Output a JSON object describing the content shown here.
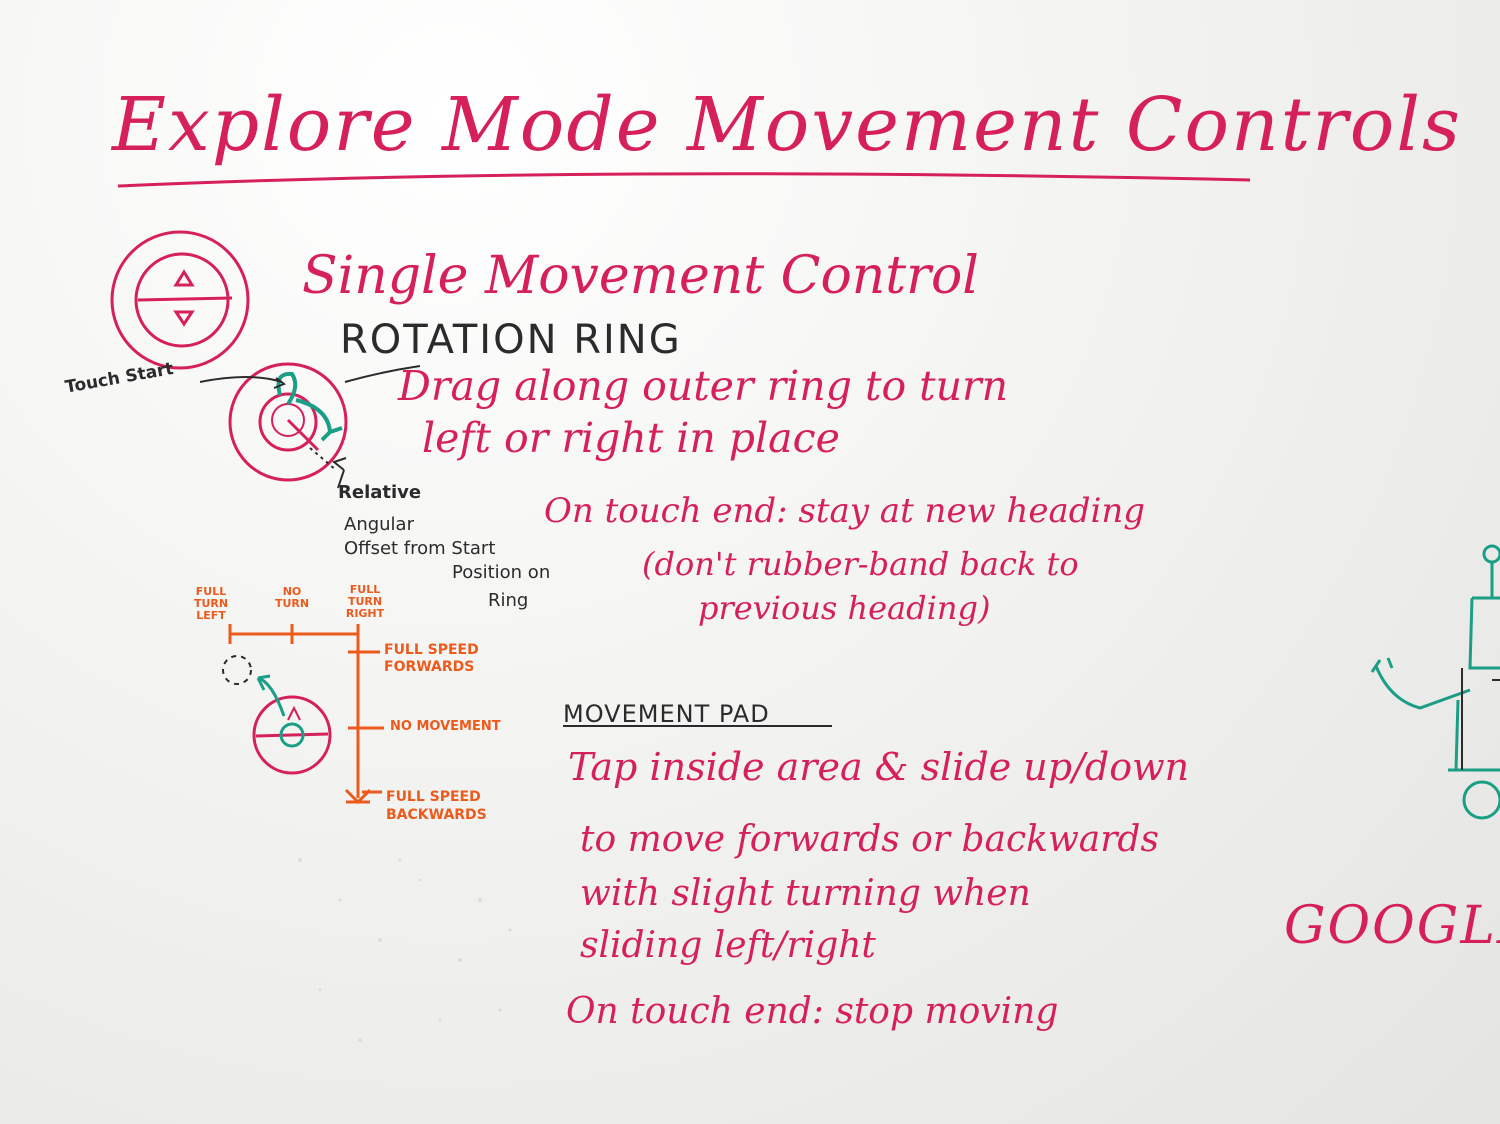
{
  "title": "Explore Mode Movement Controls",
  "subtitle": "Single Movement Control",
  "rotation_ring": {
    "heading": "ROTATION RING",
    "line1": "Drag along outer ring to turn",
    "line2": "left or right in place",
    "touch_end_1": "On touch end: stay at new heading",
    "touch_end_2": "(don't rubber-band back to",
    "touch_end_3": "previous heading)"
  },
  "ring_diagram": {
    "touch_start": "Touch Start",
    "relative_1": "Relative",
    "relative_2": "Angular",
    "relative_3": "Offset from Start",
    "relative_4": "Position on",
    "relative_5": "Ring"
  },
  "axis_diagram": {
    "full_turn_left": "FULL TURN LEFT",
    "no_turn": "NO TURN",
    "full_turn_right": "FULL TURN RIGHT",
    "full_speed_forwards": "FULL SPEED FORWARDS",
    "no_movement": "NO MOVEMENT",
    "full_speed_backwards": "FULL SPEED BACKWARDS"
  },
  "movement_pad": {
    "heading": "MOVEMENT PAD",
    "line1": "Tap inside area & slide up/down",
    "line2": "to move forwards or backwards",
    "line3": "with slight turning when",
    "line4": "sliding left/right",
    "line5": "On touch end: stop moving"
  },
  "google_partial": "GOOGLE I",
  "colors": {
    "red_marker": "#d6205a",
    "orange_marker": "#ec5a1c",
    "teal_marker": "#1a9e86",
    "black_marker": "#2b2b2b",
    "board": "#f3f3f1"
  }
}
